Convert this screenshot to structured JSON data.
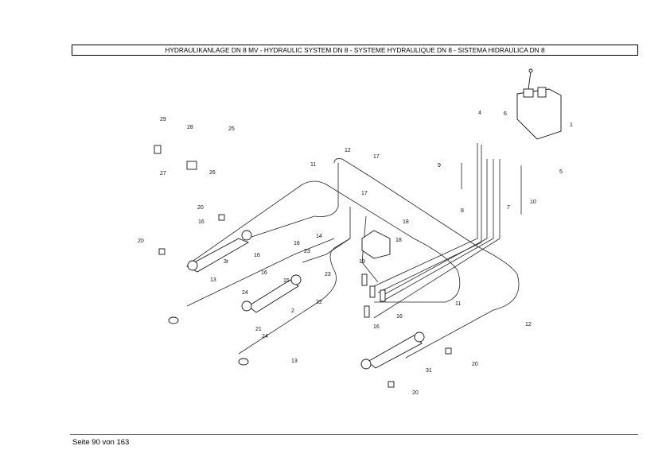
{
  "header": {
    "title": "HYDRAULIKANLAGE DN 8 MV - HYDRAULIC SYSTEM DN 8 - SYSTEME HYDRAULIQUE DN 8 - SISTEMA HIDRAULICA DN 8"
  },
  "diagram": {
    "callouts": [
      "29",
      "28",
      "25",
      "27",
      "26",
      "11",
      "12",
      "17",
      "17",
      "18",
      "18",
      "1",
      "4",
      "6",
      "9",
      "5",
      "10",
      "8",
      "7",
      "20",
      "16",
      "20",
      "16",
      "3r",
      "14",
      "16",
      "23",
      "23",
      "15",
      "16",
      "2",
      "24",
      "22",
      "21",
      "24",
      "13",
      "13",
      "19",
      "11",
      "12",
      "16",
      "16",
      "31",
      "20",
      "20"
    ]
  },
  "footer": {
    "page_label": "Seite 90 von 163"
  }
}
